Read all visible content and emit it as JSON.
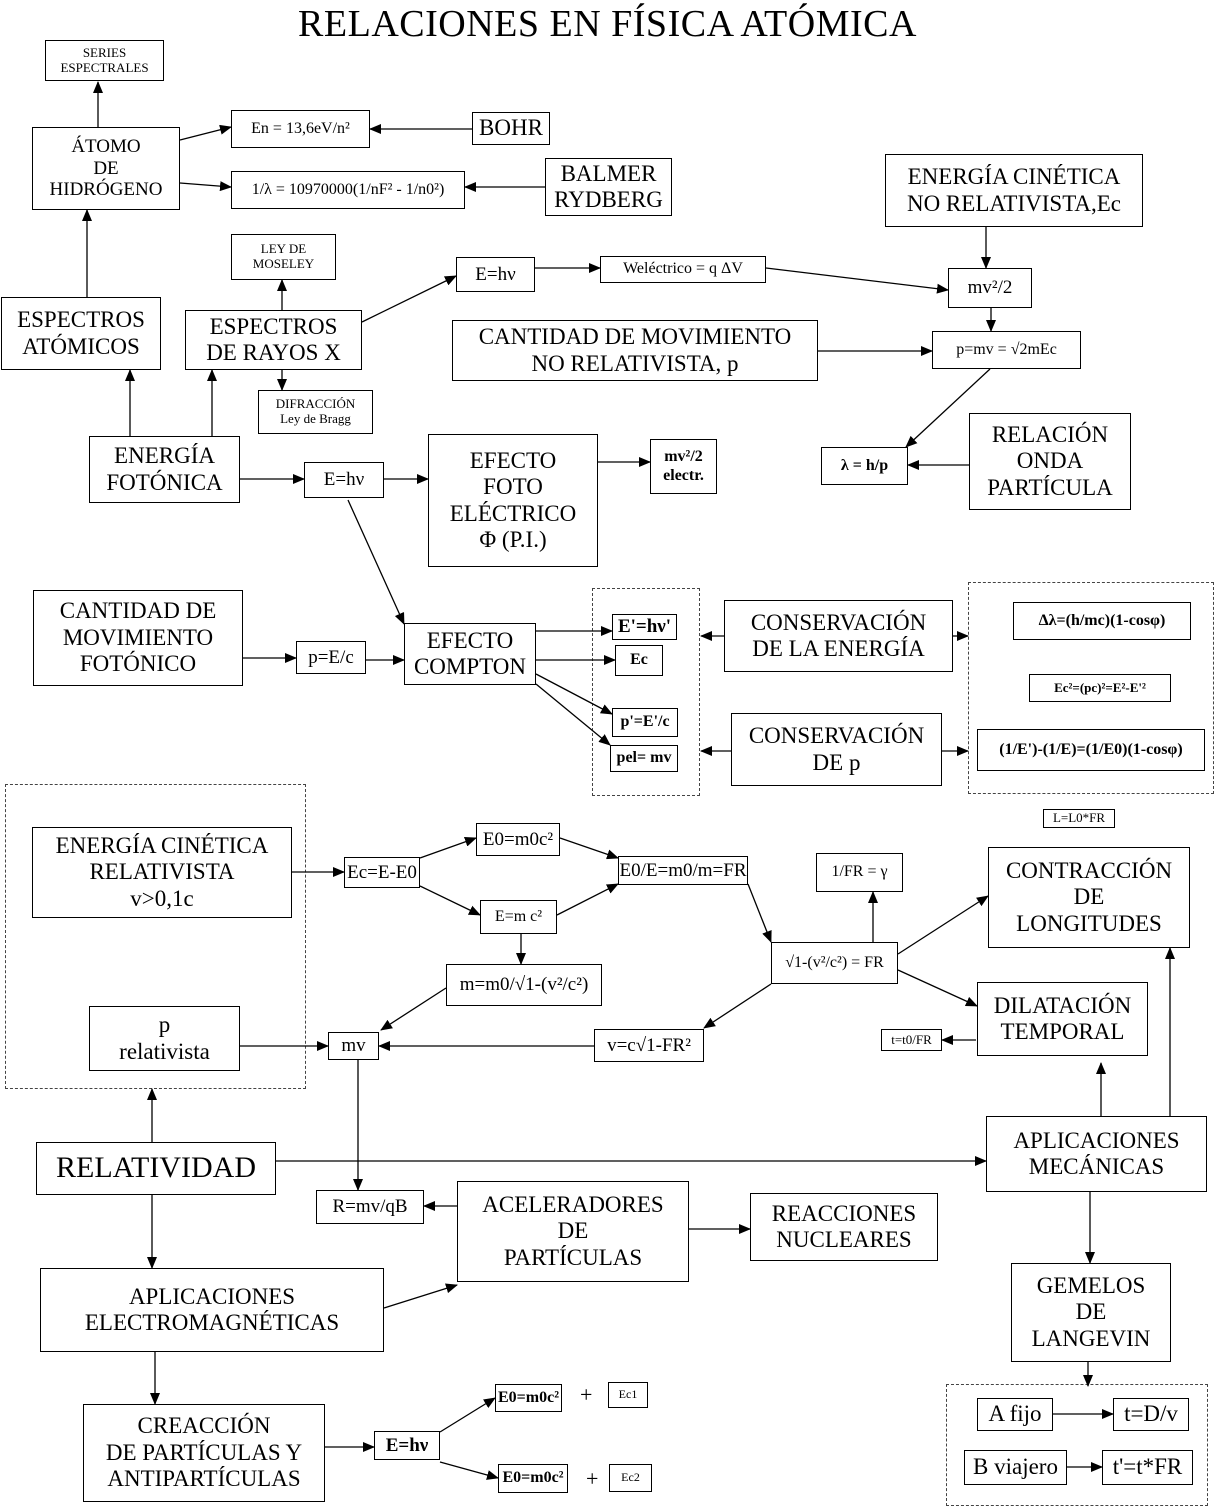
{
  "title": "RELACIONES EN FÍSICA ATÓMICA",
  "nodes": {
    "series_espectrales": "SERIES\nESPECTRALES",
    "atomo_hidrogeno": "ÁTOMO\nDE\nHIDRÓGENO",
    "bohr_energy": "En = 13,6eV/n²",
    "bohr": "BOHR",
    "rydberg_formula": "1/λ = 10970000(1/nF² - 1/n0²)",
    "balmer_rydberg": "BALMER\nRYDBERG",
    "ley_moseley": "LEY DE\nMOSELEY",
    "espectros_atomicos": "ESPECTROS\nATÓMICOS",
    "espectros_rayos_x": "ESPECTROS\nDE RAYOS X",
    "difraccion": "DIFRACCIÓN\nLey de Bragg",
    "e_hnu_top": "E=hν",
    "w_electrico": "Weléctrico = q ΔV",
    "ec_no_relativista": "ENERGÍA CINÉTICA\nNO RELATIVISTA,Ec",
    "mv2_2": "mv²/2",
    "cantidad_mov_no_rel": "CANTIDAD DE MOVIMIENTO\nNO RELATIVISTA, p",
    "p_mv_sqrt": "p=mv = √2mEc",
    "lambda_h_p": "λ = h/p",
    "relacion_onda": "RELACIÓN\nONDA\nPARTÍCULA",
    "energia_fotonica": "ENERGÍA\nFOTÓNICA",
    "e_hnu_mid": "E=hν",
    "efecto_fotoelectrico": "EFECTO\nFOTO\nELÉCTRICO\nΦ  (P.I.)",
    "mv2_electr": "mv²/2\nelectr.",
    "cantidad_mov_fotonico": "CANTIDAD DE\nMOVIMIENTO\nFOTÓNICO",
    "p_e_c": "p=E/c",
    "efecto_compton": "EFECTO\nCOMPTON",
    "e_prime": "E'=hν'",
    "ec_box": "Ec",
    "p_prime": "p'=E'/c",
    "pel_mv": "pel= mv",
    "conserv_energia": "CONSERVACIÓN\nDE LA ENERGÍA",
    "conserv_p": "CONSERVACIÓN\nDE p",
    "delta_lambda": "Δλ=(h/mc)(1-cosφ)",
    "ec2_pc2": "Ec²=(pc)²=E²-E'²",
    "compton_inv": "(1/E')-(1/E)=(1/E0)(1-cosφ)",
    "ec_relativista": "ENERGÍA CINÉTICA\nRELATIVISTA\nv>0,1c",
    "ec_e_e0": "Ec=E-E0",
    "e0_m0c2": "E0=m0c²",
    "e_mc2": "E=m c²",
    "e0_e_fr": "E0/E=m0/m=FR",
    "m_m0": "m=m0/√1-(v²/c²)",
    "one_fr_gamma": "1/FR = γ",
    "sqrt_fr": "√1-(v²/c²) = FR",
    "l_l0": "L=L0*FR",
    "contraccion": "CONTRACCIÓN\nDE\nLONGITUDES",
    "dilatacion": "DILATACIÓN\nTEMPORAL",
    "t_t0": "t=t0/FR",
    "p_relativista": "p\nrelativista",
    "mv": "mv",
    "v_c_sqrt": "v=c√1-FR²",
    "relatividad": "RELATIVIDAD",
    "aplicaciones_mecanicas": "APLICACIONES\nMECÁNICAS",
    "r_mv_qb": "R=mv/qB",
    "aceleradores": "ACELERADORES\nDE\nPARTÍCULAS",
    "reacciones": "REACCIONES\nNUCLEARES",
    "aplicaciones_em": "APLICACIONES\nELECTROMAGNÉTICAS",
    "gemelos": "GEMELOS\nDE\nLANGEVIN",
    "creaccion": "CREACCIÓN\nDE PARTÍCULAS Y\nANTIPARTÍCULAS",
    "e_hnu_bottom": "E=hν",
    "e0_1": "E0=m0c²",
    "ec1": "Ec1",
    "e0_2": "E0=m0c²",
    "ec2": "Ec2",
    "plus_1": "+",
    "plus_2": "+",
    "a_fijo": "A fijo",
    "t_d_v": "t=D/v",
    "b_viajero": "B viajero",
    "t_prime": "t'=t*FR"
  }
}
